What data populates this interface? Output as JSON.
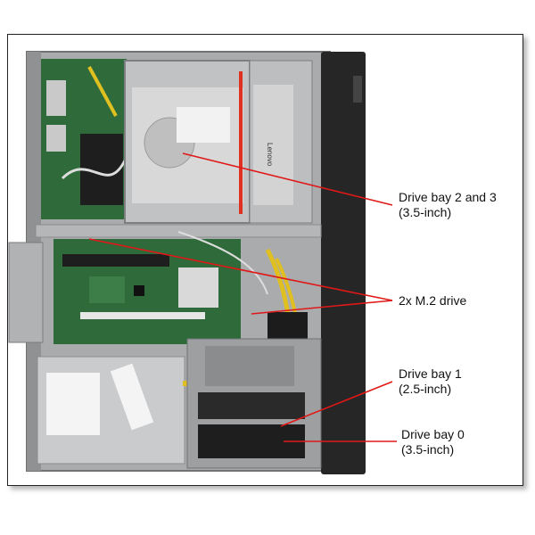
{
  "callouts": [
    {
      "line1": "Drive bay 2 and 3",
      "line2": "(3.5-inch)"
    },
    {
      "line1": "2x M.2 drive",
      "line2": ""
    },
    {
      "line1": "Drive bay 1",
      "line2": "(2.5-inch)"
    },
    {
      "line1": "Drive bay 0",
      "line2": "(3.5-inch)"
    }
  ],
  "photo_labels": {
    "hdd_brand": "Lenovo"
  },
  "colors": {
    "callout_line": "#e01818",
    "accent_stripe": "#e03020",
    "chassis": "#b9bbbd",
    "front_bezel": "#262626",
    "motherboard": "#2f6b3a",
    "psu": "#c9cbcd"
  }
}
